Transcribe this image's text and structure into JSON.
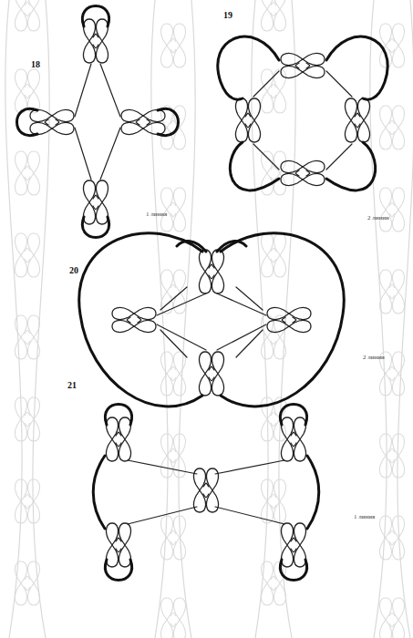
{
  "diagram": {
    "labels": [
      "18",
      "19",
      "1 линия",
      "2 линии",
      "20",
      "2 линии",
      "21",
      "1 линия"
    ]
  }
}
